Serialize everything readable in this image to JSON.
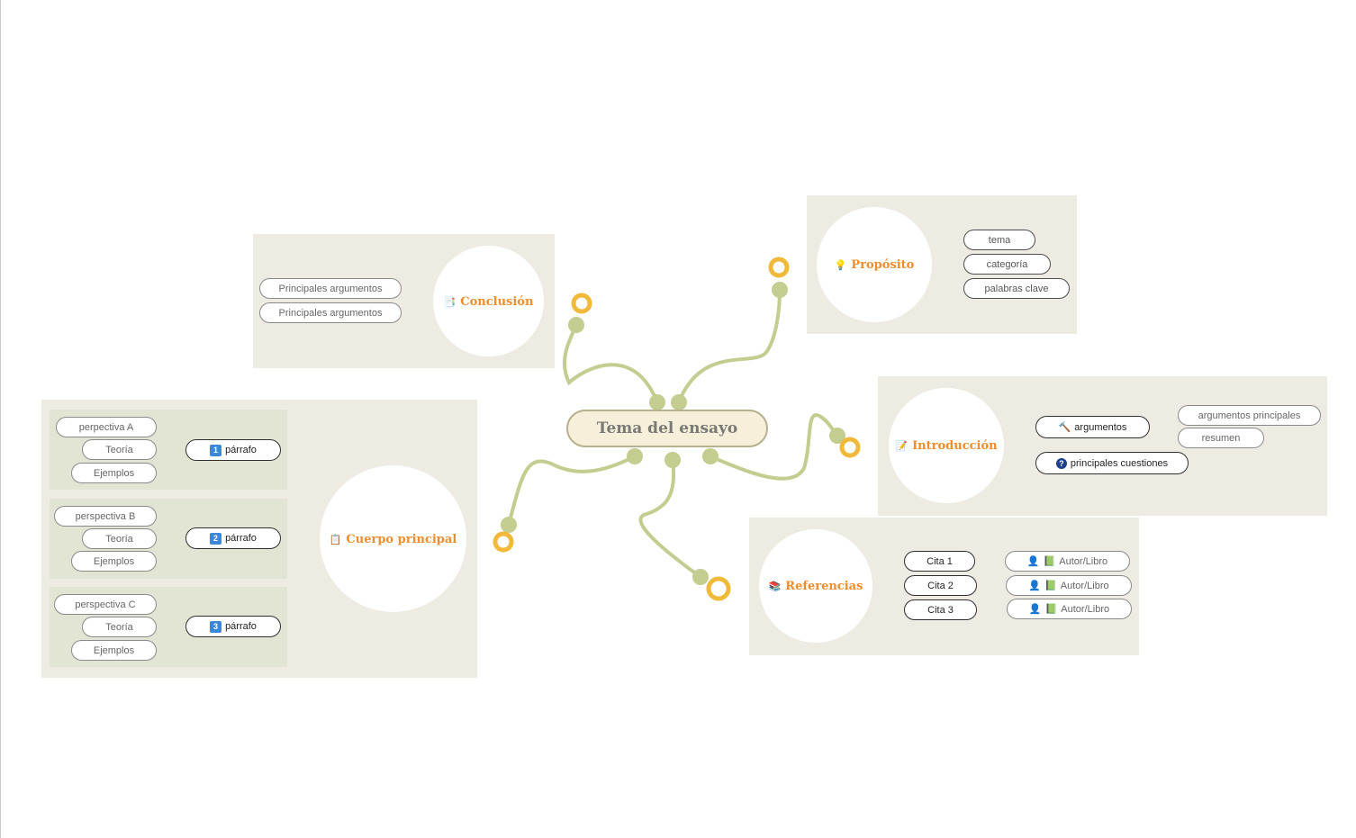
{
  "central": {
    "title": "Tema del ensayo"
  },
  "colors": {
    "branch": "#c2cd8f",
    "ring": "#f0b93a",
    "topic": "#ee8d2e",
    "panel": "#eeece2",
    "subpanel": "#e2e5d3"
  },
  "proposito": {
    "title": "Propósito",
    "icon": "lightbulb-icon",
    "items": [
      "tema",
      "categoría",
      "palabras clave"
    ]
  },
  "conclusion": {
    "title": "Conclusión",
    "icon": "notes-icon",
    "items": [
      "Principales argumentos",
      "Principales argumentos"
    ]
  },
  "introduccion": {
    "title": "Introducción",
    "icon": "memo-icon",
    "argumentos": {
      "label": "argumentos",
      "icon": "gavel-icon",
      "children": [
        "argumentos principales",
        "resumen"
      ]
    },
    "cuestiones": {
      "label": "principales cuestiones",
      "icon": "question-icon"
    }
  },
  "cuerpo": {
    "title": "Cuerpo principal",
    "icon": "clipboard-icon",
    "paragraphs": [
      {
        "number": "1",
        "label": "párrafo",
        "items": [
          "perpectiva A",
          "Teoría",
          "Ejemplos"
        ]
      },
      {
        "number": "2",
        "label": "párrafo",
        "items": [
          "perspectiva B",
          "Teoría",
          "Ejemplos"
        ]
      },
      {
        "number": "3",
        "label": "párrafo",
        "items": [
          "perspectiva C",
          "Teoría",
          "Ejemplos"
        ]
      }
    ]
  },
  "referencias": {
    "title": "Referencias",
    "icon": "books-icon",
    "citas": [
      {
        "label": "Cita 1",
        "source": "Autor/Libro"
      },
      {
        "label": "Cita 2",
        "source": "Autor/Libro"
      },
      {
        "label": "Cita 3",
        "source": "Autor/Libro"
      }
    ]
  }
}
